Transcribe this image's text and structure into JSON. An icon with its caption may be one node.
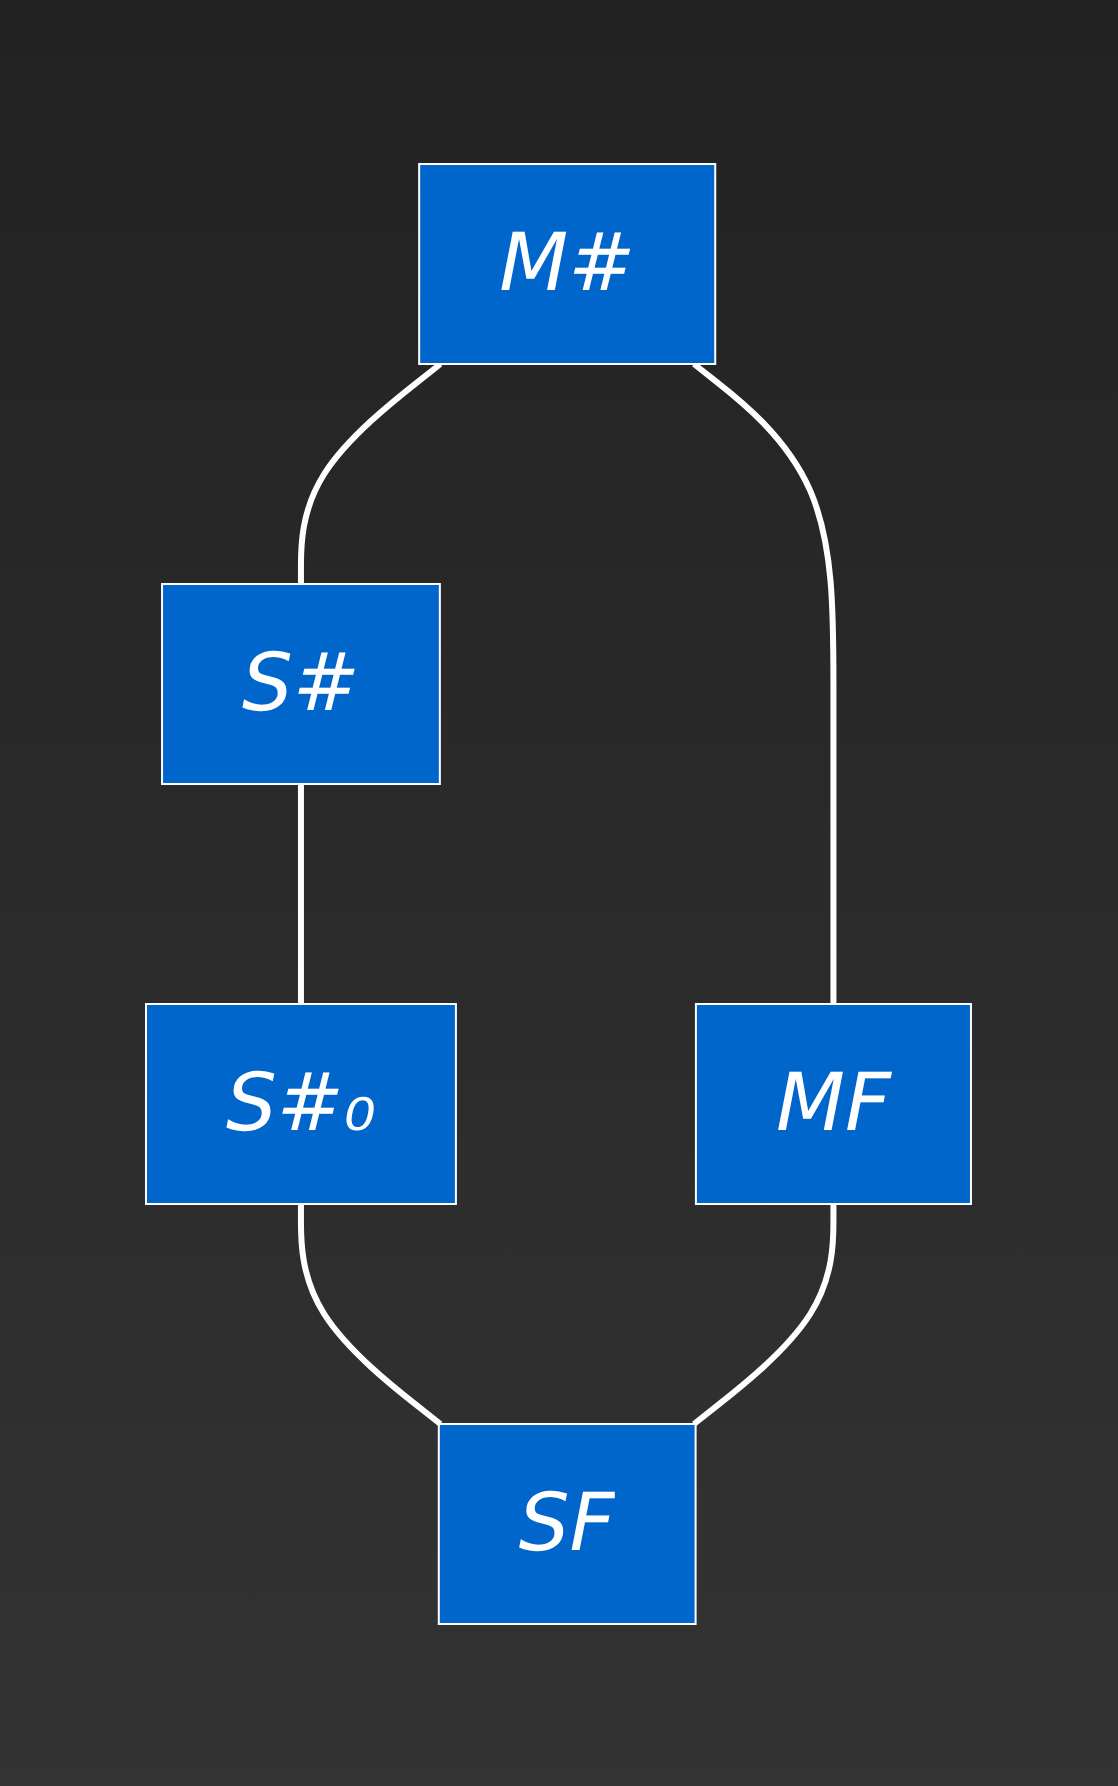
{
  "diagram": {
    "nodes": [
      {
        "text": [
          "M#"
        ]
      },
      {
        "text": [
          "S#"
        ]
      },
      {
        "text": [
          "MF"
        ]
      },
      {
        "text": [
          "S#₀"
        ]
      },
      {
        "text": [
          "SF"
        ]
      }
    ],
    "edges": [
      {
        "from": 0,
        "to": 1,
        "arrow": "none"
      },
      {
        "from": 0,
        "to": 2,
        "arrow": "none"
      },
      {
        "from": 1,
        "to": 3,
        "arrow": "none"
      },
      {
        "from": 3,
        "to": 4,
        "arrow": "none"
      },
      {
        "from": 2,
        "to": 4,
        "arrow": "none"
      }
    ]
  }
}
